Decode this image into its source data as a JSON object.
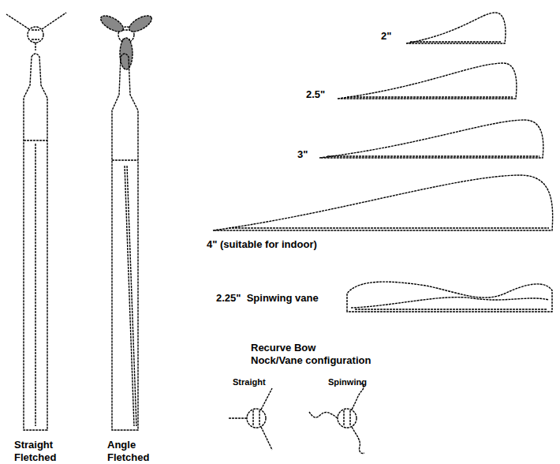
{
  "diagram": {
    "labels": [
      "2\"",
      "2.5\"",
      "3\"",
      "4\" (suitable for indoor)",
      "2.25\"  Spinwing vane",
      "Straight Fletched",
      "Angle Fletched",
      "Recurve Bow",
      "Nock/Vane configuration",
      "Straight",
      "Spinwing"
    ]
  }
}
